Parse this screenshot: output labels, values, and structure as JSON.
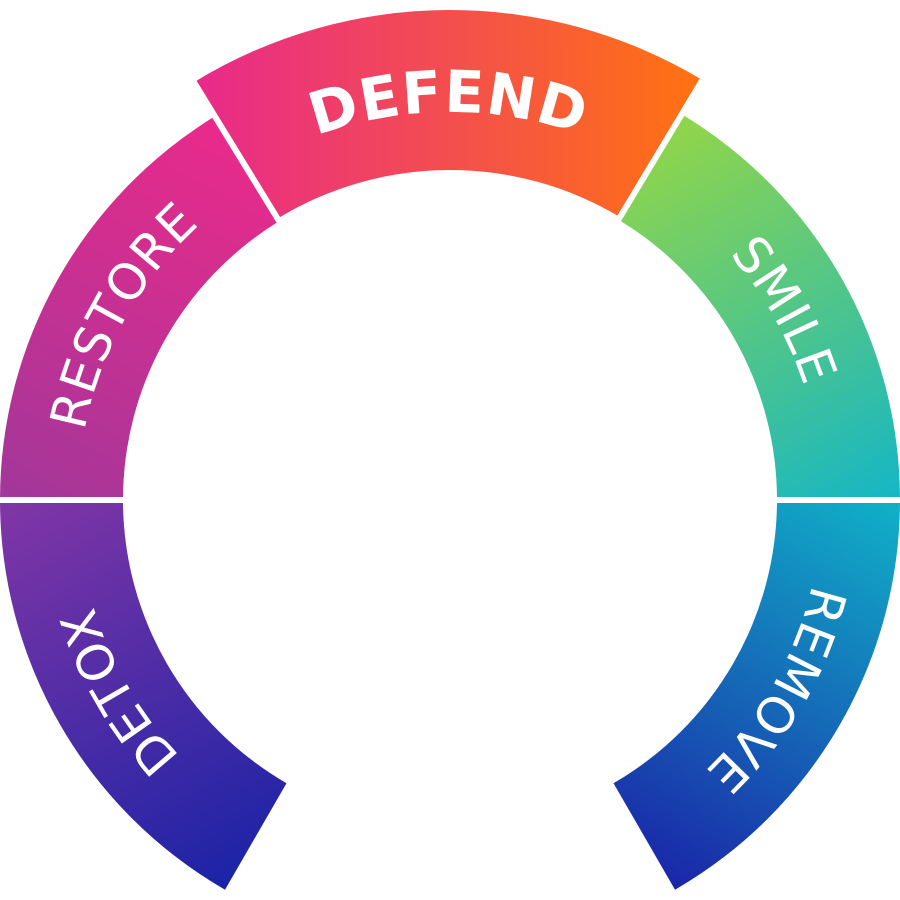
{
  "segments": [
    {
      "id": "detox",
      "label": "DETOX",
      "start_deg": 240,
      "end_deg": 180,
      "colors": [
        "#1b23a6",
        "#8236a6"
      ],
      "emphasis": false
    },
    {
      "id": "restore",
      "label": "RESTORE",
      "start_deg": 180,
      "end_deg": 121.5,
      "colors": [
        "#a2379a",
        "#ea2a8a"
      ],
      "emphasis": false
    },
    {
      "id": "defend",
      "label": "DEFEND",
      "start_deg": 121.5,
      "end_deg": 59,
      "colors": [
        "#e8298c",
        "#ff7310"
      ],
      "emphasis": true
    },
    {
      "id": "smile",
      "label": "SMILE",
      "start_deg": 59,
      "end_deg": 0,
      "colors": [
        "#92d648",
        "#14b6c6"
      ],
      "emphasis": false
    },
    {
      "id": "remove",
      "label": "REMOVE",
      "start_deg": 0,
      "end_deg": -60,
      "colors": [
        "#10b2c8",
        "#1a26a8"
      ],
      "emphasis": false
    }
  ]
}
